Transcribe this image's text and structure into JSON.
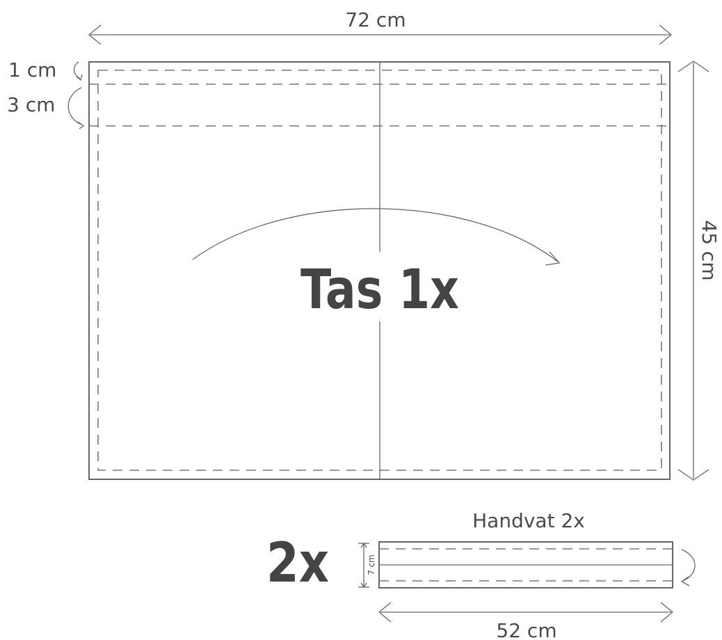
{
  "bag_piece": {
    "title": "Tas 1x",
    "width_label": "72 cm",
    "height_label": "45 cm",
    "seam_allowance_label": "1 cm",
    "hem_label": "3 cm"
  },
  "handle_piece": {
    "title": "Handvat 2x",
    "quantity_label": "2x",
    "width_label": "52 cm",
    "height_label": "7 cm"
  },
  "colors": {
    "line": "#666666",
    "text": "#4a4a4a"
  }
}
